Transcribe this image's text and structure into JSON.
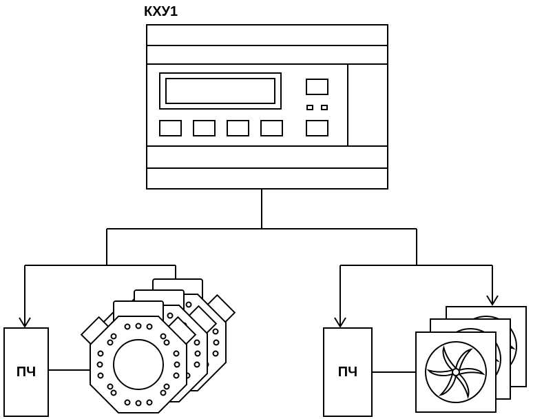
{
  "controller": {
    "label": "КХУ1"
  },
  "drives": [
    {
      "label": "ПЧ"
    },
    {
      "label": "ПЧ"
    }
  ],
  "icons": {
    "controller": "controller-unit-icon",
    "compressor": "compressor-icon",
    "fan": "fan-icon"
  },
  "colors": {
    "line": "#000000",
    "background": "#ffffff"
  }
}
